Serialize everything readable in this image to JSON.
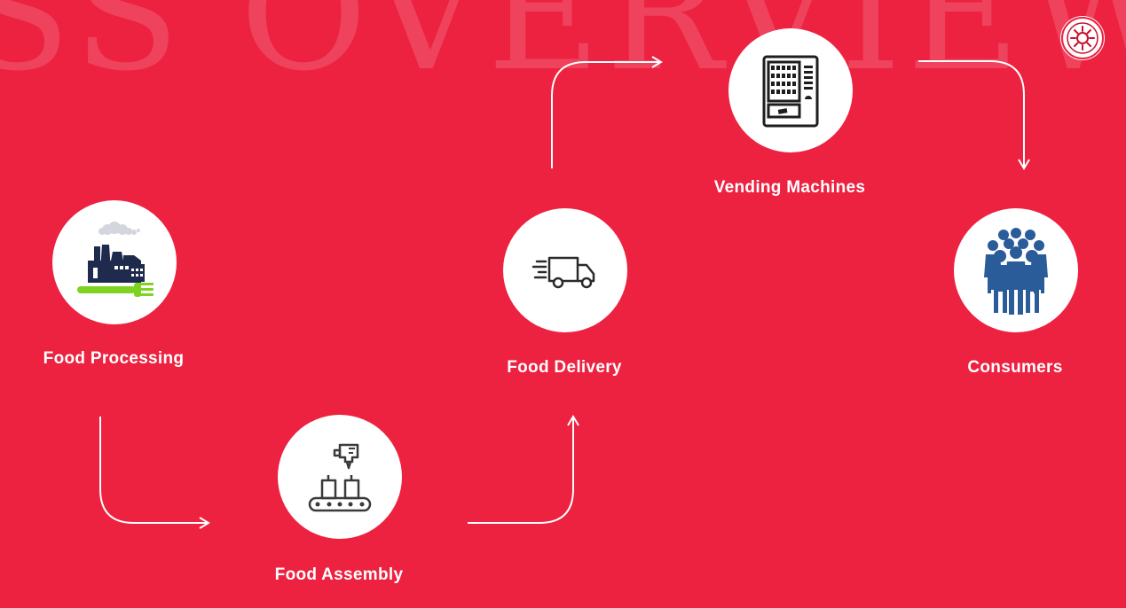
{
  "watermark": "SS OVERVIEW",
  "steps": [
    {
      "label": "Food Processing",
      "icon": "factory-fork-icon"
    },
    {
      "label": "Food Assembly",
      "icon": "assembly-line-icon"
    },
    {
      "label": "Food Delivery",
      "icon": "delivery-truck-icon"
    },
    {
      "label": "Vending Machines",
      "icon": "vending-machine-icon"
    },
    {
      "label": "Consumers",
      "icon": "people-group-icon"
    }
  ],
  "colors": {
    "background": "#ED2140",
    "node": "#FFFFFF",
    "text": "#FFFFFF"
  }
}
